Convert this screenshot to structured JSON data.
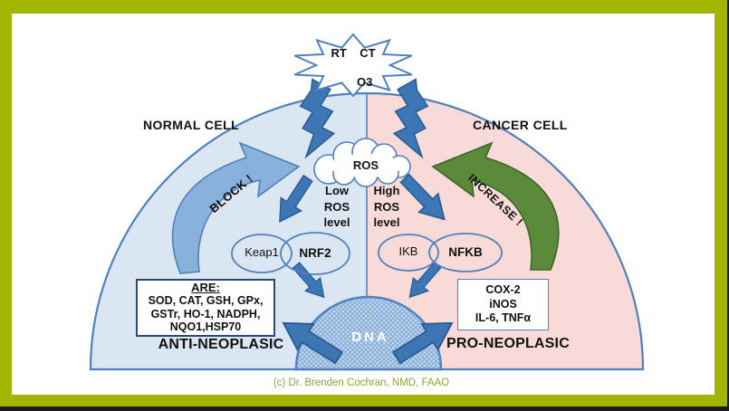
{
  "window": {
    "caption": "(c) Dr. Brenden Cochran, NMD, FAAO"
  },
  "colors": {
    "frame_green": "#a2b600",
    "caption_green": "#92a237",
    "outline_blue": "#4f81bd",
    "normal_cell_fill": "#dae6f2",
    "cancer_cell_fill": "#f8dbd9",
    "arrow_blue": "#3c76b4",
    "block_arrow_fill": "#8ab0dc",
    "increase_arrow_green": "#5c8a3b",
    "dna_dome_blue": "#8fb4dc"
  },
  "diagram": {
    "trigger_line1": "RT    CT",
    "trigger_line2": "O3",
    "ros_label": "ROS",
    "dna_label": "DNA",
    "left": {
      "title": "NORMAL CELL",
      "ros_level": "Low\nROS\nlevel",
      "loop_label": "BLOCK !",
      "oval1": "Keap1",
      "oval2": "NRF2",
      "box_title": "ARE:",
      "box_body": "SOD, CAT, GSH, GPx,\nGSTr, HO-1, NADPH,\nNQO1,HSP70",
      "outcome": "ANTI-NEOPLASIC"
    },
    "right": {
      "title": "CANCER CELL",
      "ros_level": "High\nROS\nlevel",
      "loop_label": "INCREASE !",
      "oval1": "IKB",
      "oval2": "NFKB",
      "box_body": "COX-2\niNOS\nIL-6, TNFα",
      "outcome": "PRO-NEOPLASIC"
    }
  }
}
